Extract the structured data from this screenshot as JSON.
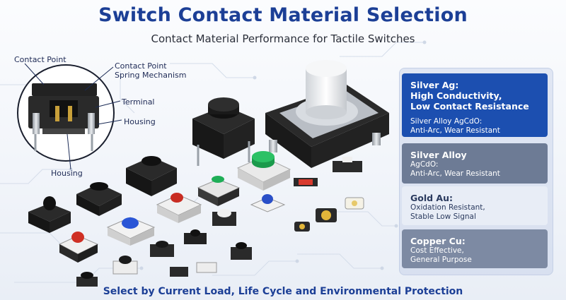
{
  "title": "Switch Contact Material Selection",
  "subtitle": "Contact Material Performance for Tactile Switches",
  "footer": "Select by Current Load, Life Cycle and Environmental Protection",
  "diagram_labels": {
    "contact_point": "Contact Point",
    "contact_point_2": "Contact Point",
    "spring_mechanism": "Spring Mechanism",
    "terminal": "Terminal",
    "housing_right": "Housing",
    "housing_bottom": "Housing"
  },
  "materials": [
    {
      "heading": "Silver Ag:",
      "lines": [
        "High Conductivity,",
        "Low Contact Resistance"
      ],
      "sub_heading": "Silver Alloy AgCdO:",
      "sub_line": "Anti-Arc, Wear Resistant"
    },
    {
      "heading": "Silver Alloy",
      "lines": [
        "AgCdO:",
        "Anti-Arc, Wear Resistant"
      ]
    },
    {
      "heading": "Gold Au:",
      "lines": [
        "Oxidation Resistant,",
        "Stable Low Signal"
      ]
    },
    {
      "heading": "Copper Cu:",
      "lines": [
        "Cost Effective,",
        "General Purpose"
      ]
    }
  ],
  "colors": {
    "title": "#1c3f96",
    "card_primary": "#1c4fb0",
    "card_gray": "#6d7b95",
    "card_light": "#e8edf6"
  }
}
